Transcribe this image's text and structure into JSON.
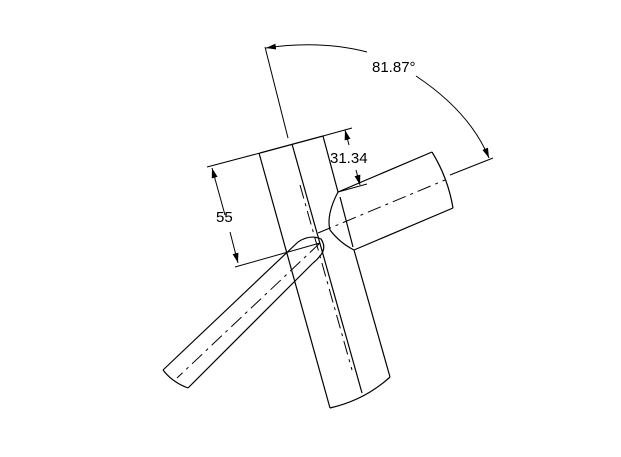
{
  "dimensions": {
    "angle": "81.87°",
    "length_55": "55",
    "length_31": "31.34"
  },
  "colors": {
    "line": "#000000",
    "background": "#ffffff"
  }
}
